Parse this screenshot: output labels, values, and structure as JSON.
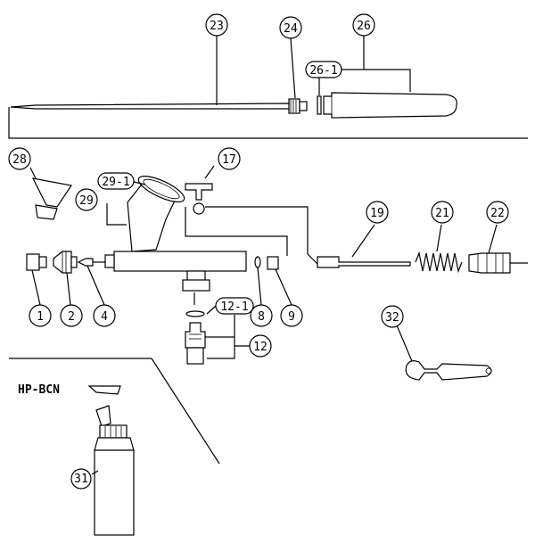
{
  "diagram": {
    "kit_label": "HP-BCN",
    "callouts": [
      {
        "id": "c1",
        "text": "1"
      },
      {
        "id": "c2",
        "text": "2"
      },
      {
        "id": "c4",
        "text": "4"
      },
      {
        "id": "c8",
        "text": "8"
      },
      {
        "id": "c9",
        "text": "9"
      },
      {
        "id": "c12",
        "text": "12"
      },
      {
        "id": "c12_1",
        "text": "12-1"
      },
      {
        "id": "c17",
        "text": "17"
      },
      {
        "id": "c19",
        "text": "19"
      },
      {
        "id": "c21",
        "text": "21"
      },
      {
        "id": "c22",
        "text": "22"
      },
      {
        "id": "c23",
        "text": "23"
      },
      {
        "id": "c24",
        "text": "24"
      },
      {
        "id": "c26",
        "text": "26"
      },
      {
        "id": "c26_1",
        "text": "26-1"
      },
      {
        "id": "c28",
        "text": "28"
      },
      {
        "id": "c29",
        "text": "29"
      },
      {
        "id": "c29_1",
        "text": "29-1"
      },
      {
        "id": "c31",
        "text": "31"
      },
      {
        "id": "c32",
        "text": "32"
      }
    ]
  }
}
